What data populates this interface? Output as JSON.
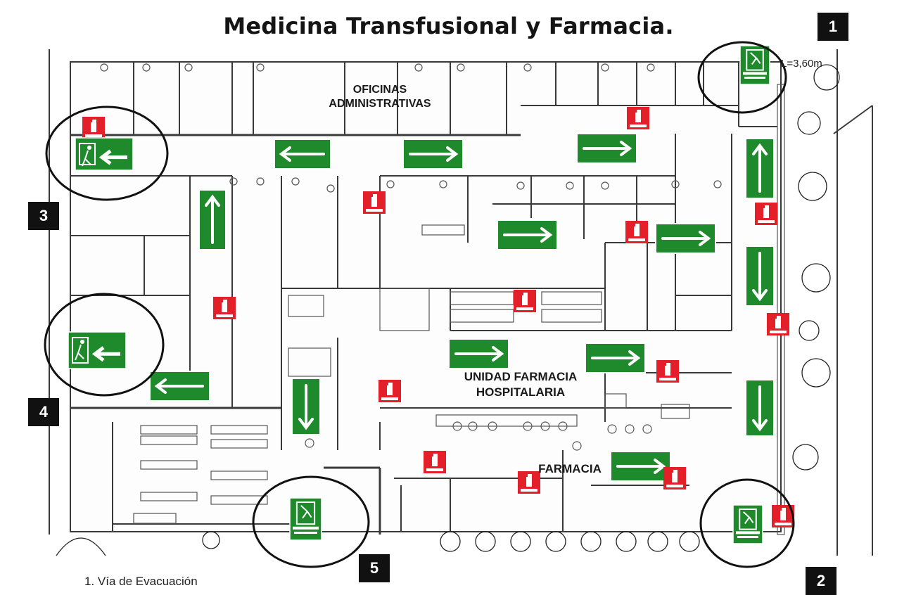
{
  "title": "Medicina Transfusional y Farmacia.",
  "areas": {
    "oficinas_line1": "OFICINAS",
    "oficinas_line2": "ADMINISTRATIVAS",
    "unidad_line1": "UNIDAD FARMACIA",
    "unidad_line2": "HOSPITALARIA",
    "farmacia": "FARMACIA"
  },
  "dimension_label": "L=3,60m",
  "exit_numbers": [
    "1",
    "2",
    "3",
    "4",
    "5"
  ],
  "legend": {
    "item_1": "1.   Vía de Evacuación"
  },
  "colors": {
    "exit_green": "#1f8a2c",
    "extinguisher_red": "#e3202a",
    "wall": "#3a3a3a",
    "circle": "#111111"
  },
  "symbols": {
    "arrows": [
      {
        "dir": "left"
      },
      {
        "dir": "right"
      },
      {
        "dir": "right"
      },
      {
        "dir": "up"
      },
      {
        "dir": "right"
      },
      {
        "dir": "right"
      },
      {
        "dir": "up"
      },
      {
        "dir": "down"
      },
      {
        "dir": "left"
      },
      {
        "dir": "down"
      },
      {
        "dir": "right"
      },
      {
        "dir": "right"
      },
      {
        "dir": "down"
      },
      {
        "dir": "right"
      }
    ],
    "extinguisher_count": 14,
    "exit_sign_icon": "emergency-exit-icon",
    "extinguisher_icon": "fire-extinguisher-icon"
  }
}
